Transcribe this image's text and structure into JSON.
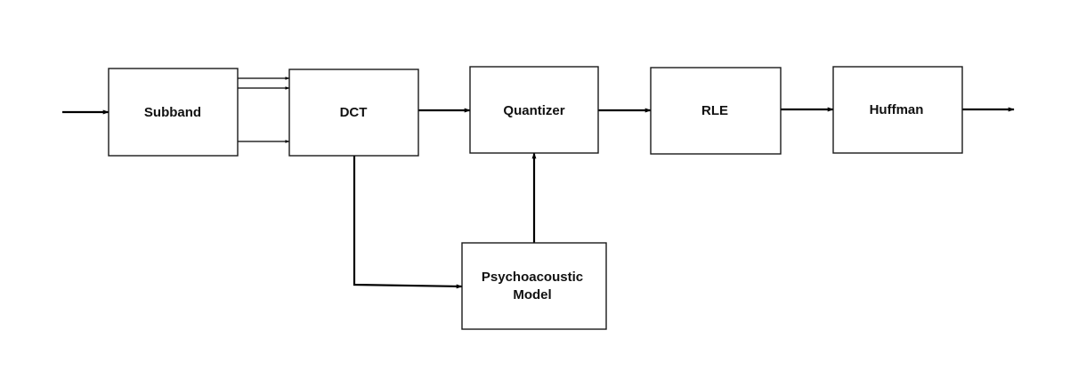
{
  "blocks": {
    "subband": "Subband",
    "dct": "DCT",
    "quantizer": "Quantizer",
    "rle": "RLE",
    "huffman": "Huffman",
    "psychoacoustic_line1": "Psychoacoustic",
    "psychoacoustic_line2": "Model"
  },
  "connections": [
    {
      "from": "input",
      "to": "Subband"
    },
    {
      "from": "Subband",
      "to": "DCT",
      "count": 3
    },
    {
      "from": "DCT",
      "to": "Quantizer"
    },
    {
      "from": "Quantizer",
      "to": "RLE"
    },
    {
      "from": "RLE",
      "to": "Huffman"
    },
    {
      "from": "Huffman",
      "to": "output"
    },
    {
      "from": "DCT",
      "to": "Psychoacoustic Model"
    },
    {
      "from": "Psychoacoustic Model",
      "to": "Quantizer"
    }
  ]
}
